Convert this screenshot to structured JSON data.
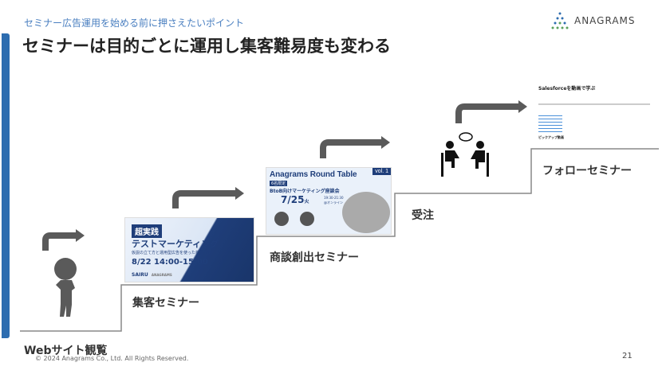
{
  "header": {
    "subtitle": "セミナー広告運用を始める前に押さえたいポイント",
    "title": "セミナーは目的ごとに運用し集客難易度も変わる",
    "logo_text": "ANAGRAMS"
  },
  "steps": [
    {
      "label": "Webサイト観覧",
      "icon": "thinking-person-icon"
    },
    {
      "label": "集客セミナー"
    },
    {
      "label": "商談創出セミナー"
    },
    {
      "label": "受注",
      "icon": "meeting-icon"
    },
    {
      "label": "フォローセミナー"
    }
  ],
  "card1": {
    "badge": "超実践",
    "title": "テストマーケティング",
    "sub": "仮説の立て方と運用型広告を使った検証事例",
    "date": "8/22",
    "time": "14:00-15:00",
    "brand1": "SAIRU",
    "brand2": "ANAGRAMS"
  },
  "card2": {
    "title": "Anagrams Round Table",
    "vol": "vol. 1",
    "tag": "6名限定",
    "sub": "BtoB向けマーケティング座談会",
    "date": "7/25",
    "weekday": "火",
    "time": "19:30-21:30",
    "place": "@オンライン"
  },
  "card3": {
    "title": "Salesforceを動画で学ぶ",
    "section": "ピックアップ動画"
  },
  "footer": {
    "copyright": "© 2024 Anagrams Co., Ltd. All Rights Reserved.",
    "page": "21"
  },
  "colors": {
    "accent": "#2d6db0",
    "arrow": "#5a5a5a"
  }
}
